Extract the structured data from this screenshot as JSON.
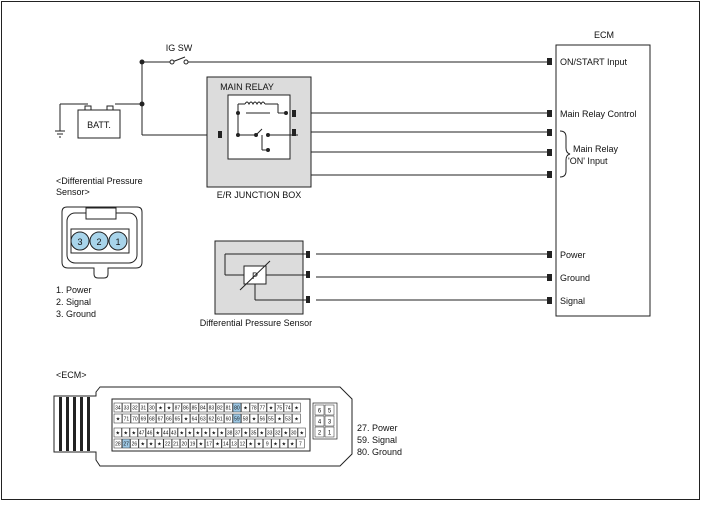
{
  "ecm": {
    "title": "ECM",
    "pins": {
      "on_start": "ON/START Input",
      "main_relay_control": "Main Relay Control",
      "main_relay_on_line1": "Main Relay",
      "main_relay_on_line2": "'ON' Input",
      "power": "Power",
      "ground": "Ground",
      "signal": "Signal"
    }
  },
  "ig_sw": "IG SW",
  "battery": "BATT.",
  "main_relay": "MAIN RELAY",
  "junction_box": "E/R JUNCTION BOX",
  "sensor_box": {
    "symbol": "P",
    "caption": "Differential Pressure Sensor"
  },
  "connector_view": {
    "title_line1": "<Differential Pressure",
    "title_line2": "Sensor>",
    "pins": [
      "3",
      "2",
      "1"
    ],
    "legend": [
      "1. Power",
      "2. Signal",
      "3. Ground"
    ]
  },
  "ecm_connector": {
    "title": "<ECM>",
    "row1": [
      "34",
      "33",
      "32",
      "31",
      "30",
      "★",
      "★",
      "87",
      "86",
      "85",
      "84",
      "83",
      "82",
      "81",
      "80",
      "★",
      "78",
      "77",
      "★",
      "75",
      "74",
      "★"
    ],
    "row2": [
      "★",
      "71",
      "70",
      "69",
      "68",
      "67",
      "66",
      "65",
      "★",
      "64",
      "63",
      "62",
      "61",
      "60",
      "59",
      "58",
      "★",
      "56",
      "55",
      "★",
      "53",
      "★"
    ],
    "row3": [
      "★",
      "★",
      "★",
      "47",
      "46",
      "★",
      "44",
      "43",
      "★",
      "★",
      "★",
      "★",
      "★",
      "★",
      "38",
      "37",
      "★",
      "35",
      "★",
      "33",
      "32",
      "★",
      "30",
      "★"
    ],
    "row4": [
      "28",
      "27",
      "26",
      "★",
      "★",
      "★",
      "22",
      "21",
      "20",
      "19",
      "★",
      "17",
      "★",
      "14",
      "13",
      "12",
      "★",
      "★",
      "9",
      "★",
      "★",
      "★",
      "7"
    ],
    "side": [
      "6",
      "5",
      "4",
      "3",
      "2",
      "1"
    ],
    "highlight_color": "#9ec9e6",
    "legend": [
      "27. Power",
      "59. Signal",
      "80. Ground"
    ]
  }
}
